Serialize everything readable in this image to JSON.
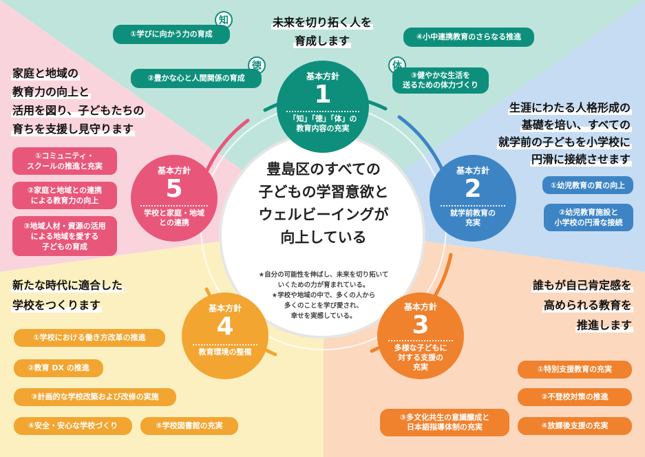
{
  "colors": {
    "teal": "#0e8f7c",
    "blue": "#3d84c5",
    "orange": "#f0812d",
    "yellow": "#f2a531",
    "pink": "#e8577a",
    "bg_teal": "#bfe4dc",
    "bg_blue": "#c6dcf2",
    "bg_orange": "#fcd8bf",
    "bg_yellow": "#fdf0c0",
    "bg_pink": "#fad4dd"
  },
  "center": {
    "title": [
      "豊島区のすべての",
      "子どもの学習意欲と",
      "ウェルビーイングが",
      "向上している"
    ],
    "notes": [
      "★自分の可能性を伸ばし、未来を切り拓いて",
      "いくための力が育まれている。",
      "★学校や地域の中で、多くの人から",
      "多くのことを学び愛され、",
      "幸せを実感している。"
    ]
  },
  "policies": [
    {
      "label": "基本方針",
      "number": "1",
      "sub": [
        "「知」「徳」「体」の",
        "教育内容の充実"
      ]
    },
    {
      "label": "基本方針",
      "number": "2",
      "sub": [
        "就学前教育の",
        "充実"
      ]
    },
    {
      "label": "基本方針",
      "number": "3",
      "sub": [
        "多様な子どもに",
        "対する支援の",
        "充実"
      ]
    },
    {
      "label": "基本方針",
      "number": "4",
      "sub": [
        "教育環境の整備"
      ]
    },
    {
      "label": "基本方針",
      "number": "5",
      "sub": [
        "学校と家庭・地域",
        "との連携"
      ]
    }
  ],
  "goal1": {
    "lines": [
      "未来を切り拓く人を",
      "育成します"
    ]
  },
  "goal2": {
    "lines": [
      "生涯にわたる人格形成の",
      "基礎を培い、すべての",
      "就学前の子どもを小学校に",
      "円滑に接続させます"
    ]
  },
  "goal3": {
    "lines": [
      "誰もが自己肯定感を",
      "高められる教育を",
      "推進します"
    ]
  },
  "goal4": {
    "lines": [
      "新たな時代に適合した",
      "学校をつくります"
    ]
  },
  "goal5": {
    "lines": [
      "家庭と地域の",
      "教育力の向上と",
      "活用を図り、子どもたちの",
      "育ちを支援し見守ります"
    ]
  },
  "badges": {
    "chi": "知",
    "toku": "徳",
    "tai": "体"
  },
  "items1": [
    "①学びに向かう力の育成",
    "②豊かな心と人間関係の育成",
    [
      "③健やかな生活を",
      "送るための体力づくり"
    ],
    "④小中連携教育のさらなる推進"
  ],
  "items2": [
    "①幼児教育の質の向上",
    [
      "②幼児教育施設と",
      "小学校の円滑な接続"
    ]
  ],
  "items3": [
    "①特別支援教育の充実",
    "②不登校対策の推進",
    [
      "③多文化共生の意識醸成と",
      "日本語指導体制の充実"
    ],
    "④放課後支援の充実"
  ],
  "items4": [
    "①学校における働き方改革の推進",
    "②教育 DX の推進",
    "③計画的な学校改築および改修の実施",
    "④安全・安心な学校づくり",
    "⑤学校図書館の充実"
  ],
  "items5": [
    [
      "①コミュニティ・",
      "スクールの推進と充実"
    ],
    [
      "②家庭と地域との連携",
      "による教育力の向上"
    ],
    [
      "③地域人材・資源の活用",
      "による地域を愛する",
      "子どもの育成"
    ]
  ]
}
